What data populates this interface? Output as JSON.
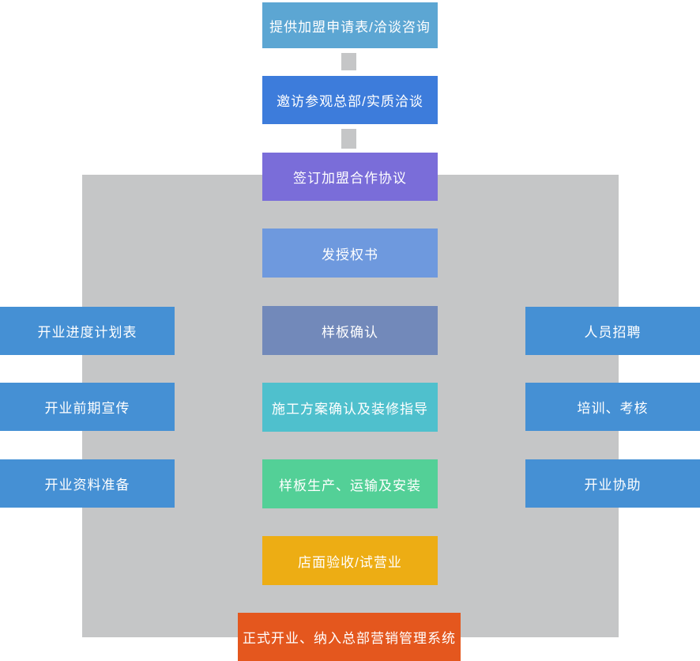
{
  "diagram": {
    "type": "flowchart",
    "description": "franchise joining process flow",
    "colors": {
      "canvas_background": "#ffffff",
      "panel": "#c5c6c7",
      "connector": "#c5c6c7",
      "text": "#ffffff",
      "side_box": "#4590d4"
    },
    "main": [
      {
        "label": "提供加盟申请表/洽谈咨询",
        "color": "#5ca6d3"
      },
      {
        "label": "邀访参观总部/实质洽谈",
        "color": "#3d7cdb"
      },
      {
        "label": "签订加盟合作协议",
        "color": "#7a6dd9"
      },
      {
        "label": "发授权书",
        "color": "#6e99de"
      },
      {
        "label": "样板确认",
        "color": "#7289ba"
      },
      {
        "label": "施工方案确认及装修指导",
        "color": "#4fc0cd"
      },
      {
        "label": "样板生产、运输及安装",
        "color": "#53d097"
      },
      {
        "label": "店面验收/试营业",
        "color": "#edad14"
      },
      {
        "label": "正式开业、纳入总部营销管理系统",
        "color": "#e4571e"
      }
    ],
    "left": [
      {
        "label": "开业进度计划表",
        "color": "#4590d4"
      },
      {
        "label": "开业前期宣传",
        "color": "#4590d4"
      },
      {
        "label": "开业资料准备",
        "color": "#4590d4"
      }
    ],
    "right": [
      {
        "label": "人员招聘",
        "color": "#4590d4"
      },
      {
        "label": "培训、考核",
        "color": "#4590d4"
      },
      {
        "label": "开业协助",
        "color": "#4590d4"
      }
    ]
  }
}
